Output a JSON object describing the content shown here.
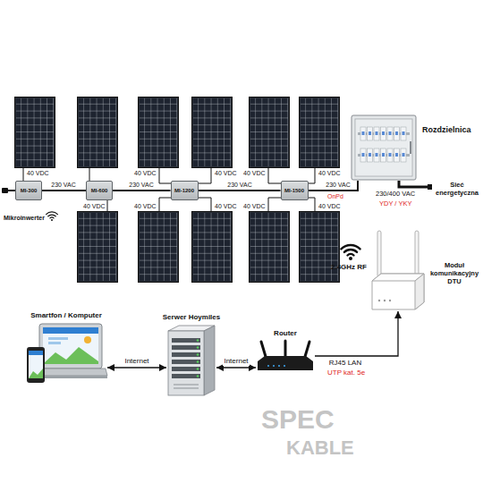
{
  "diagram": {
    "nodes": [
      {
        "text": [
          "MI-300"
        ]
      },
      {
        "text": [
          "MI-600"
        ]
      },
      {
        "text": [
          "MI-1200"
        ]
      },
      {
        "text": [
          "MI-1500"
        ]
      },
      {
        "text": [
          "Rozdzielnica"
        ]
      },
      {
        "text": [
          "Moduł komunikacyjny DTU"
        ]
      },
      {
        "text": [
          "Smartfon / Komputer"
        ]
      },
      {
        "text": [
          "Serwer Hoymiles"
        ]
      },
      {
        "text": [
          "Router"
        ]
      }
    ],
    "edges": [
      {
        "from": 0,
        "to": 1,
        "arrow": "none",
        "label": "230 VAC"
      },
      {
        "from": 1,
        "to": 2,
        "arrow": "none",
        "label": "230 VAC"
      },
      {
        "from": 2,
        "to": 3,
        "arrow": "none",
        "label": "230 VAC"
      },
      {
        "from": 3,
        "to": 4,
        "arrow": "none",
        "label": "230 VAC"
      },
      {
        "from": 6,
        "to": 7,
        "arrow": "both",
        "label": "Internet"
      },
      {
        "from": 7,
        "to": 8,
        "arrow": "both",
        "label": "Internet"
      },
      {
        "from": 8,
        "to": 5,
        "arrow": "to",
        "label": "RJ45 LAN"
      }
    ],
    "labels": [
      "40 VDC",
      "40 VDC",
      "40 VDC",
      "40 VDC",
      "40 VDC",
      "OnPd",
      "230/400 VAC",
      "Sieć energetyczna",
      "YDY / YKY",
      "40 VDC",
      "40 VDC",
      "40 VDC",
      "40 VDC",
      "40 VDC",
      "Mikroinwerter",
      "2.4GHz RF",
      "UTP kat. 5e",
      "SPEC",
      "KABLE"
    ]
  }
}
